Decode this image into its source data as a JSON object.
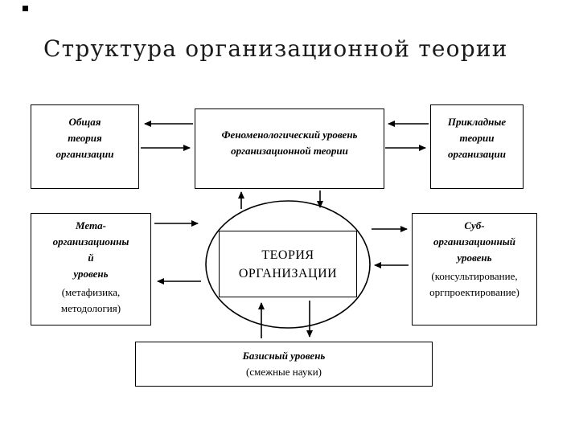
{
  "slide": {
    "title": "Структура организационной теории"
  },
  "colors": {
    "background": "#ffffff",
    "stroke": "#000000",
    "title_text": "#1a1a1a"
  },
  "boxes": {
    "general": {
      "lines": [
        "Общая",
        "теория",
        "организации"
      ]
    },
    "pheno": {
      "lines": [
        "Феноменологический уровень",
        "организационной теории"
      ]
    },
    "applied": {
      "lines": [
        "Прикладные",
        "теории",
        "организации"
      ]
    },
    "meta": {
      "heading": [
        "Мета-",
        "организационны",
        "й",
        "уровень"
      ],
      "note": [
        "(метафизика,",
        "методология)"
      ]
    },
    "core": {
      "lines": [
        "ТЕОРИЯ",
        "ОРГАНИЗАЦИИ"
      ]
    },
    "sub": {
      "heading": [
        "Суб-",
        "организационный",
        "уровень"
      ],
      "note": [
        "(консультирование,",
        "оргпроектирование)"
      ]
    },
    "basic": {
      "heading": "Базисный уровень",
      "note": "(смежные науки)"
    }
  }
}
